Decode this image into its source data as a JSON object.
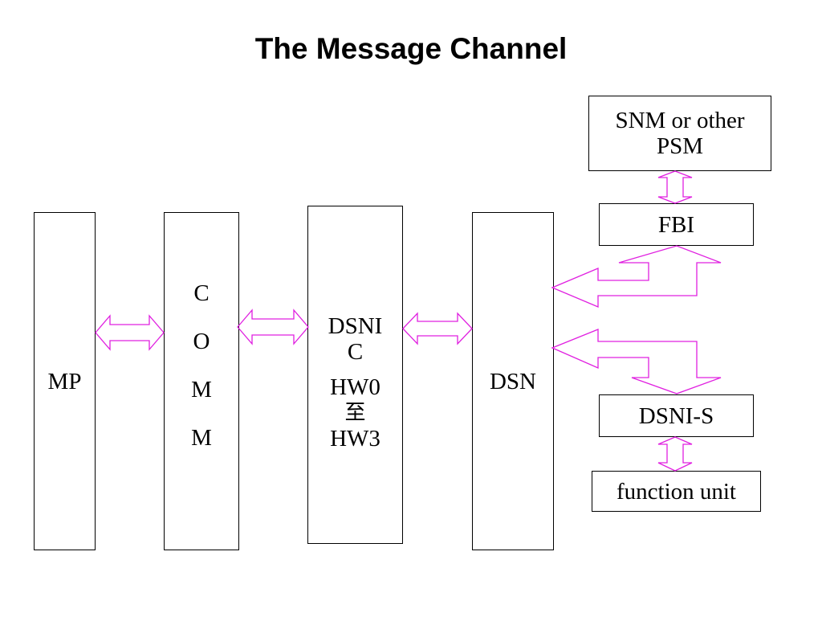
{
  "title": "The Message Channel",
  "blocks": {
    "mp": "MP",
    "comm": [
      "C",
      "O",
      "M",
      "M"
    ],
    "dsnic": [
      "DSNI",
      "C"
    ],
    "hw": [
      "HW0",
      "至",
      "HW3"
    ],
    "dsn": "DSN",
    "snm": [
      "SNM or other",
      "PSM"
    ],
    "fbi": "FBI",
    "dsnis": "DSNI-S",
    "function_unit": "function unit"
  },
  "colors": {
    "arrow": "#e020e0",
    "border": "#000000"
  }
}
